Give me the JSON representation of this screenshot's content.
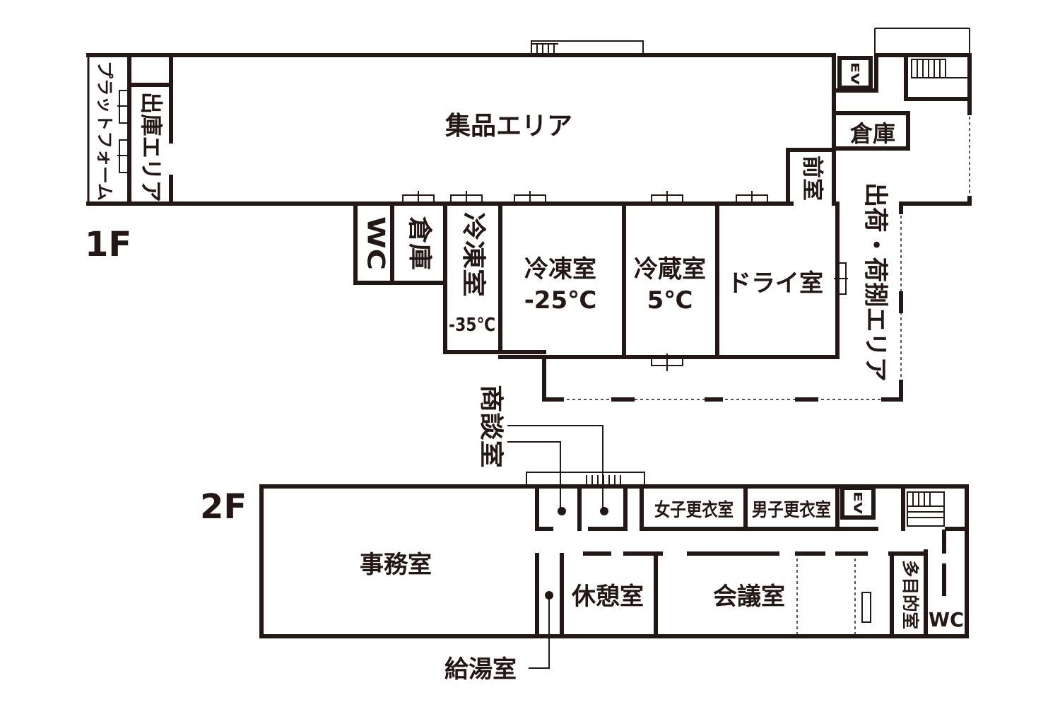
{
  "floor1": {
    "label": "1F",
    "rooms": {
      "platform": "プラットフォーム",
      "shipping_out": "出庫エリア",
      "collection": "集品エリア",
      "ev": "EV",
      "storage_ne": "倉庫",
      "anteroom": "前室",
      "shipping_sorting": "出荷・荷捌エリア",
      "wc": "WC",
      "storage": "倉庫",
      "freezer_small": "冷凍室",
      "freezer_small_temp": "-35℃",
      "freezer": "冷凍室",
      "freezer_temp": "-25℃",
      "cold": "冷蔵室",
      "cold_temp": "5℃",
      "dry": "ドライ室"
    }
  },
  "floor2": {
    "label": "2F",
    "rooms": {
      "meeting_small": "商談室",
      "office": "事務室",
      "women_locker": "女子更衣室",
      "men_locker": "男子更衣室",
      "ev": "EV",
      "lounge": "休憩室",
      "conference": "会議室",
      "multipurpose": "多目的室",
      "wc": "WC",
      "kitchenette": "給湯室"
    }
  }
}
